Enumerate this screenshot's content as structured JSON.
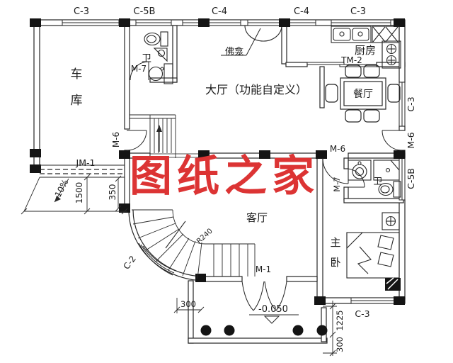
{
  "watermark": {
    "text": "图纸之家",
    "color": "#dc3434"
  },
  "rooms": {
    "garage_char1": "车",
    "garage_char2": "库",
    "hall": "大厅（功能自定义）",
    "kitchen": "厨房",
    "dining": "餐厅",
    "living": "客厅",
    "master_char1": "主",
    "master_char2": "卧",
    "bathroom": "卫",
    "shrine_niche": "佛龛"
  },
  "openings": {
    "window_c3": "C-3",
    "window_c4": "C-4",
    "window_c5b": "C-5B",
    "window_c2": "C-2",
    "door_main": "M-1",
    "door_m6": "M-6",
    "door_m7": "M-7",
    "garage_door": "JM-1",
    "kitchen_slide_door": "TM-2"
  },
  "dimensions": {
    "ramp_slope": "10%",
    "ramp_length": "1500",
    "stair_offset": "350",
    "porch_step": "300",
    "entry_level": "-0.050",
    "bedroom_setback": "1225",
    "porch_depth": "300",
    "stair_radius": "R240"
  }
}
